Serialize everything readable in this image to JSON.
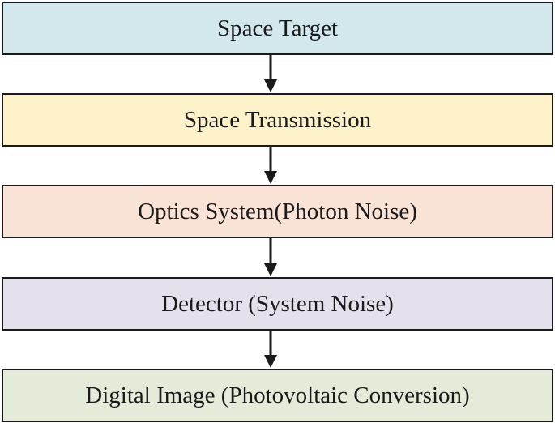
{
  "diagram": {
    "boxes": [
      {
        "label": "Space Target",
        "fill": "#d3e8ec"
      },
      {
        "label": "Space Transmission",
        "fill": "#fcf1c8"
      },
      {
        "label": "Optics System(Photon Noise)",
        "fill": "#f9e3d6"
      },
      {
        "label": "Detector (System Noise)",
        "fill": "#e4e0ec"
      },
      {
        "label": "Digital Image (Photovoltaic Conversion)",
        "fill": "#e4ecd9"
      }
    ],
    "line_color": "#1a1a1a"
  }
}
